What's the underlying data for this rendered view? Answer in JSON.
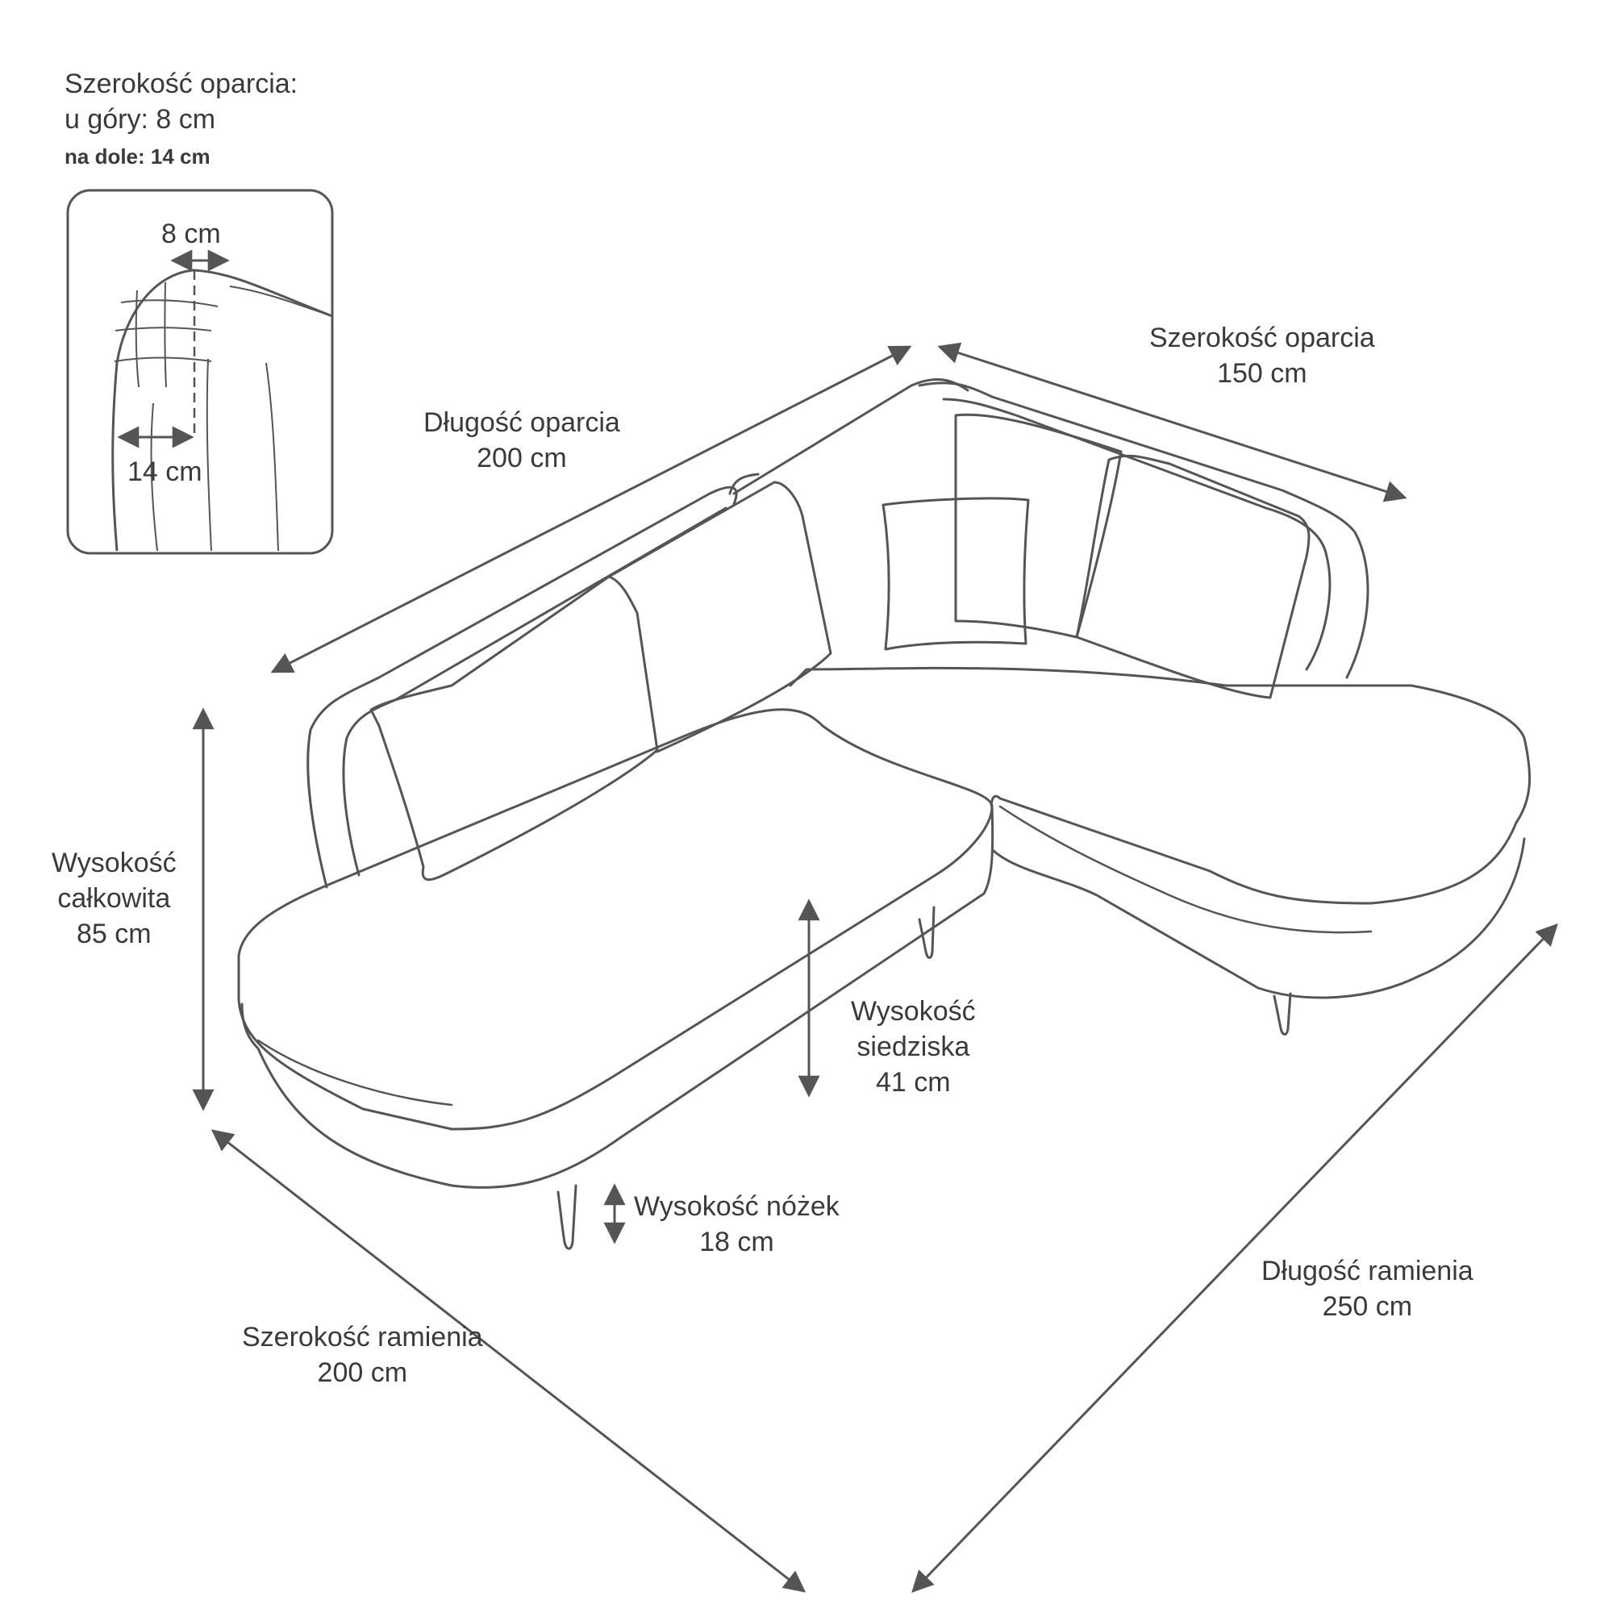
{
  "detail_box": {
    "title_line1": "Szerokość oparcia:",
    "title_line2": "u góry: 8 cm",
    "title_line3_bold": "na dole",
    "title_line3_rest": ": 14 cm",
    "top_dim": "8 cm",
    "bottom_dim": "14 cm"
  },
  "dimensions": {
    "backrest_width": {
      "label": "Szerokość oparcia",
      "value": "150 cm"
    },
    "backrest_length": {
      "label": "Długość oparcia",
      "value": "200 cm"
    },
    "total_height": {
      "label_line1": "Wysokość",
      "label_line2": "całkowita",
      "value": "85 cm"
    },
    "seat_height": {
      "label_line1": "Wysokość",
      "label_line2": "siedziska",
      "value": "41 cm"
    },
    "leg_height": {
      "label": "Wysokość nóżek",
      "value": "18 cm"
    },
    "arm_width": {
      "label": "Szerokość ramienia",
      "value": "200 cm"
    },
    "arm_length": {
      "label": "Długość ramienia",
      "value": "250 cm"
    }
  },
  "colors": {
    "line": "#4a4a4a",
    "text": "#3a3a3a"
  }
}
